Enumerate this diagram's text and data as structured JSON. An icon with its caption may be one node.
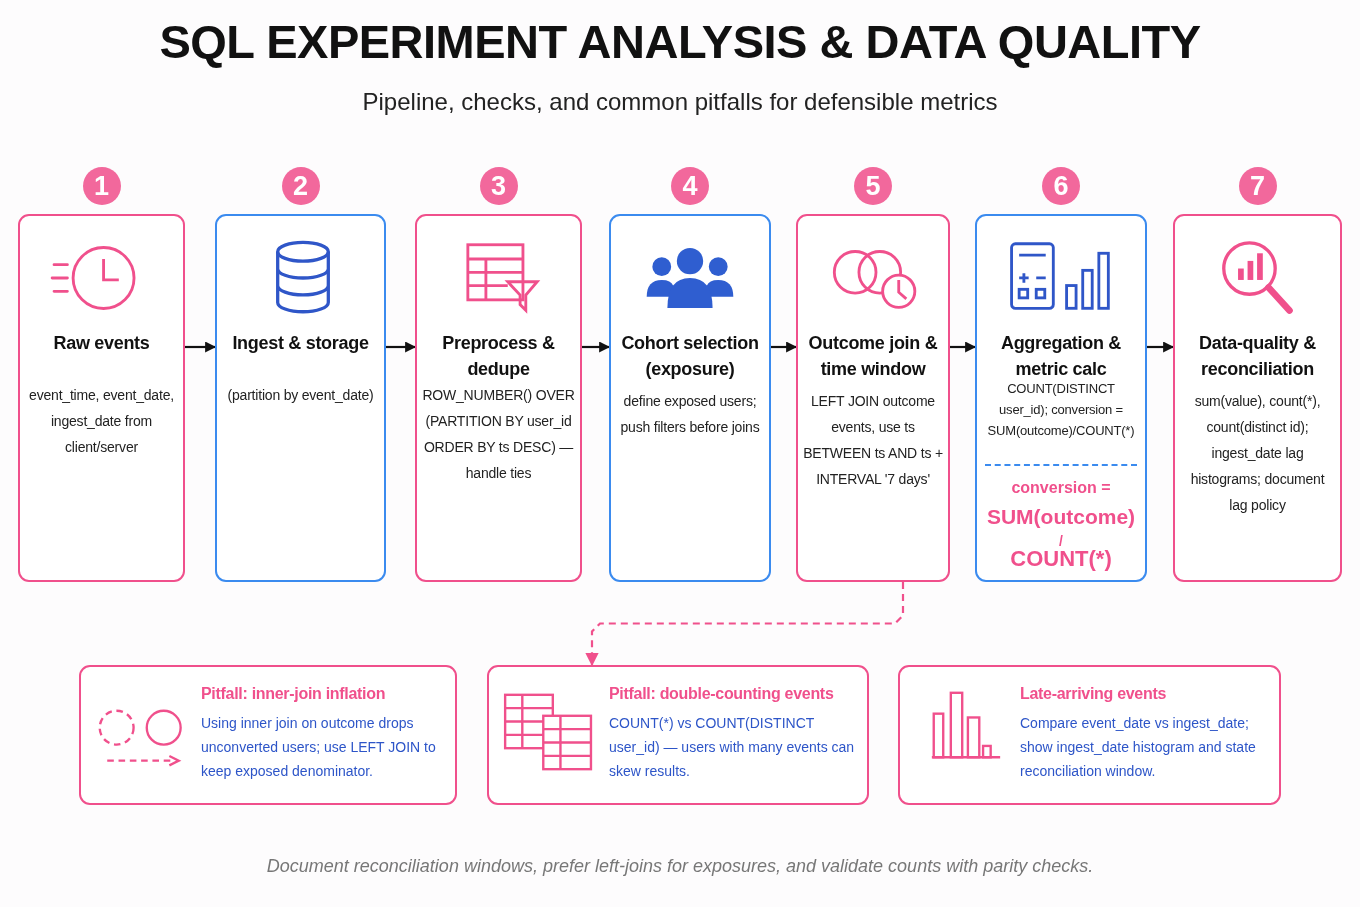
{
  "diagram": {
    "title": "SQL EXPERIMENT ANALYSIS & DATA QUALITY",
    "caption": "Document reconciliation windows, prefer left-joins for exposures, and validate counts with parity checks.",
    "labels": [
      "Pipeline, checks, and common pitfalls for defensible metrics"
    ],
    "nodes": [
      {
        "text": [
          "1",
          "Raw events",
          "event_time, event_date, ingest_date from client/server"
        ]
      },
      {
        "text": [
          "2",
          "Ingest & storage",
          "(partition by event_date)"
        ]
      },
      {
        "text": [
          "3",
          "Preprocess & dedupe",
          "ROW_NUMBER() OVER (PARTITION BY user_id ORDER BY ts DESC) — handle ties"
        ]
      },
      {
        "text": [
          "4",
          "Cohort selection (exposure)",
          "define exposed users; push filters before joins"
        ]
      },
      {
        "text": [
          "5",
          "Outcome join & time window",
          "LEFT JOIN outcome events, use ts BETWEEN ts AND ts + INTERVAL '7 days'"
        ]
      },
      {
        "text": [
          "6",
          "Aggregation & metric calc",
          "COUNT(DISTINCT user_id); conversion = SUM(outcome)/COUNT(*)",
          "conversion =",
          "SUM(outcome)",
          "/",
          "COUNT(*)"
        ]
      },
      {
        "text": [
          "7",
          "Data-quality & reconciliation",
          "sum(value), count(*), count(distinct id); ingest_date lag histograms; document lag policy"
        ]
      },
      {
        "text": [
          "Pitfall: inner-join inflation",
          "Using inner join on outcome drops unconverted users; use LEFT JOIN to keep exposed denominator."
        ]
      },
      {
        "text": [
          "Pitfall: double-counting events",
          "COUNT(*) vs COUNT(DISTINCT user_id) — users with many events can skew results."
        ]
      },
      {
        "text": [
          "Late-arriving events",
          "Compare event_date vs ingest_date; show ingest_date histogram and state reconciliation window."
        ]
      }
    ],
    "edges": [
      {
        "from": 0,
        "to": 1,
        "arrow": "to"
      },
      {
        "from": 1,
        "to": 2,
        "arrow": "to"
      },
      {
        "from": 2,
        "to": 3,
        "arrow": "to"
      },
      {
        "from": 3,
        "to": 4,
        "arrow": "to"
      },
      {
        "from": 4,
        "to": 5,
        "arrow": "to"
      },
      {
        "from": 5,
        "to": 6,
        "arrow": "to"
      },
      {
        "from": 4,
        "to": 8,
        "arrow": "to",
        "style": "dashed",
        "color": "#f0508c"
      }
    ]
  }
}
